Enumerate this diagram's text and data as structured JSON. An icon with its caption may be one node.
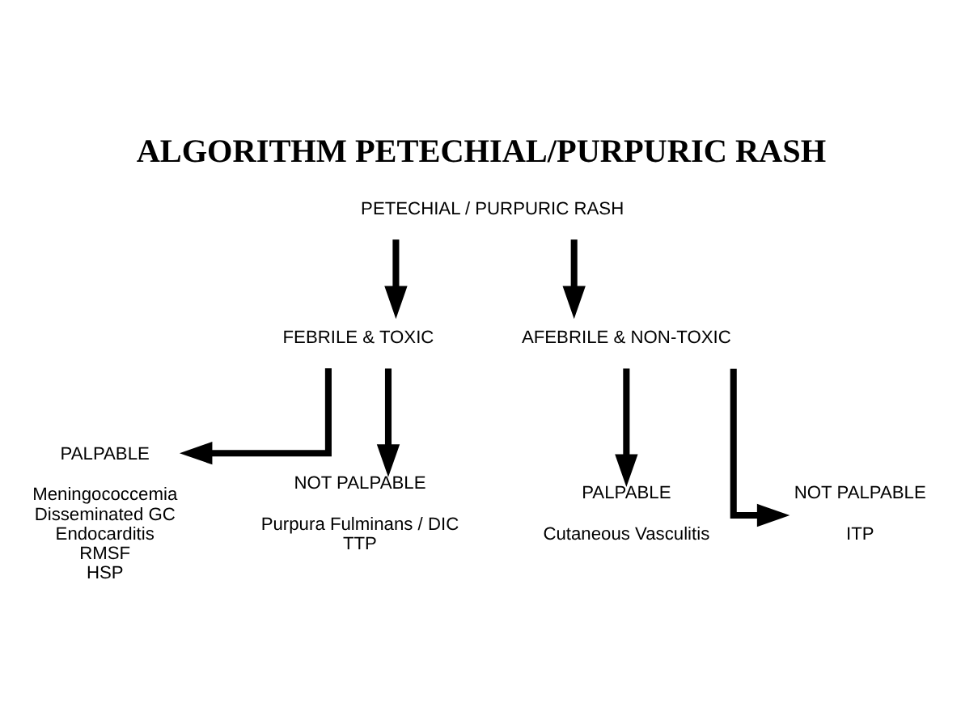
{
  "diagram": {
    "title": "ALGORITHM PETECHIAL/PURPURIC RASH",
    "nodes": [
      {
        "text": [
          "PETECHIAL / PURPURIC RASH"
        ]
      },
      {
        "text": [
          "FEBRILE & TOXIC"
        ]
      },
      {
        "text": [
          "AFEBRILE & NON-TOXIC"
        ]
      },
      {
        "text": [
          "PALPABLE",
          "Meningococcemia",
          "Disseminated GC",
          "Endocarditis",
          "RMSF",
          "HSP"
        ]
      },
      {
        "text": [
          "NOT PALPABLE",
          "Purpura Fulminans / DIC",
          "TTP"
        ]
      },
      {
        "text": [
          "PALPABLE",
          "Cutaneous Vasculitis"
        ]
      },
      {
        "text": [
          "NOT PALPABLE",
          "ITP"
        ]
      }
    ],
    "edges": [
      {
        "from": 0,
        "to": 1,
        "arrow": "to"
      },
      {
        "from": 0,
        "to": 2,
        "arrow": "to"
      },
      {
        "from": 1,
        "to": 3,
        "arrow": "to"
      },
      {
        "from": 1,
        "to": 4,
        "arrow": "to"
      },
      {
        "from": 2,
        "to": 5,
        "arrow": "to"
      },
      {
        "from": 2,
        "to": 6,
        "arrow": "to"
      }
    ]
  }
}
